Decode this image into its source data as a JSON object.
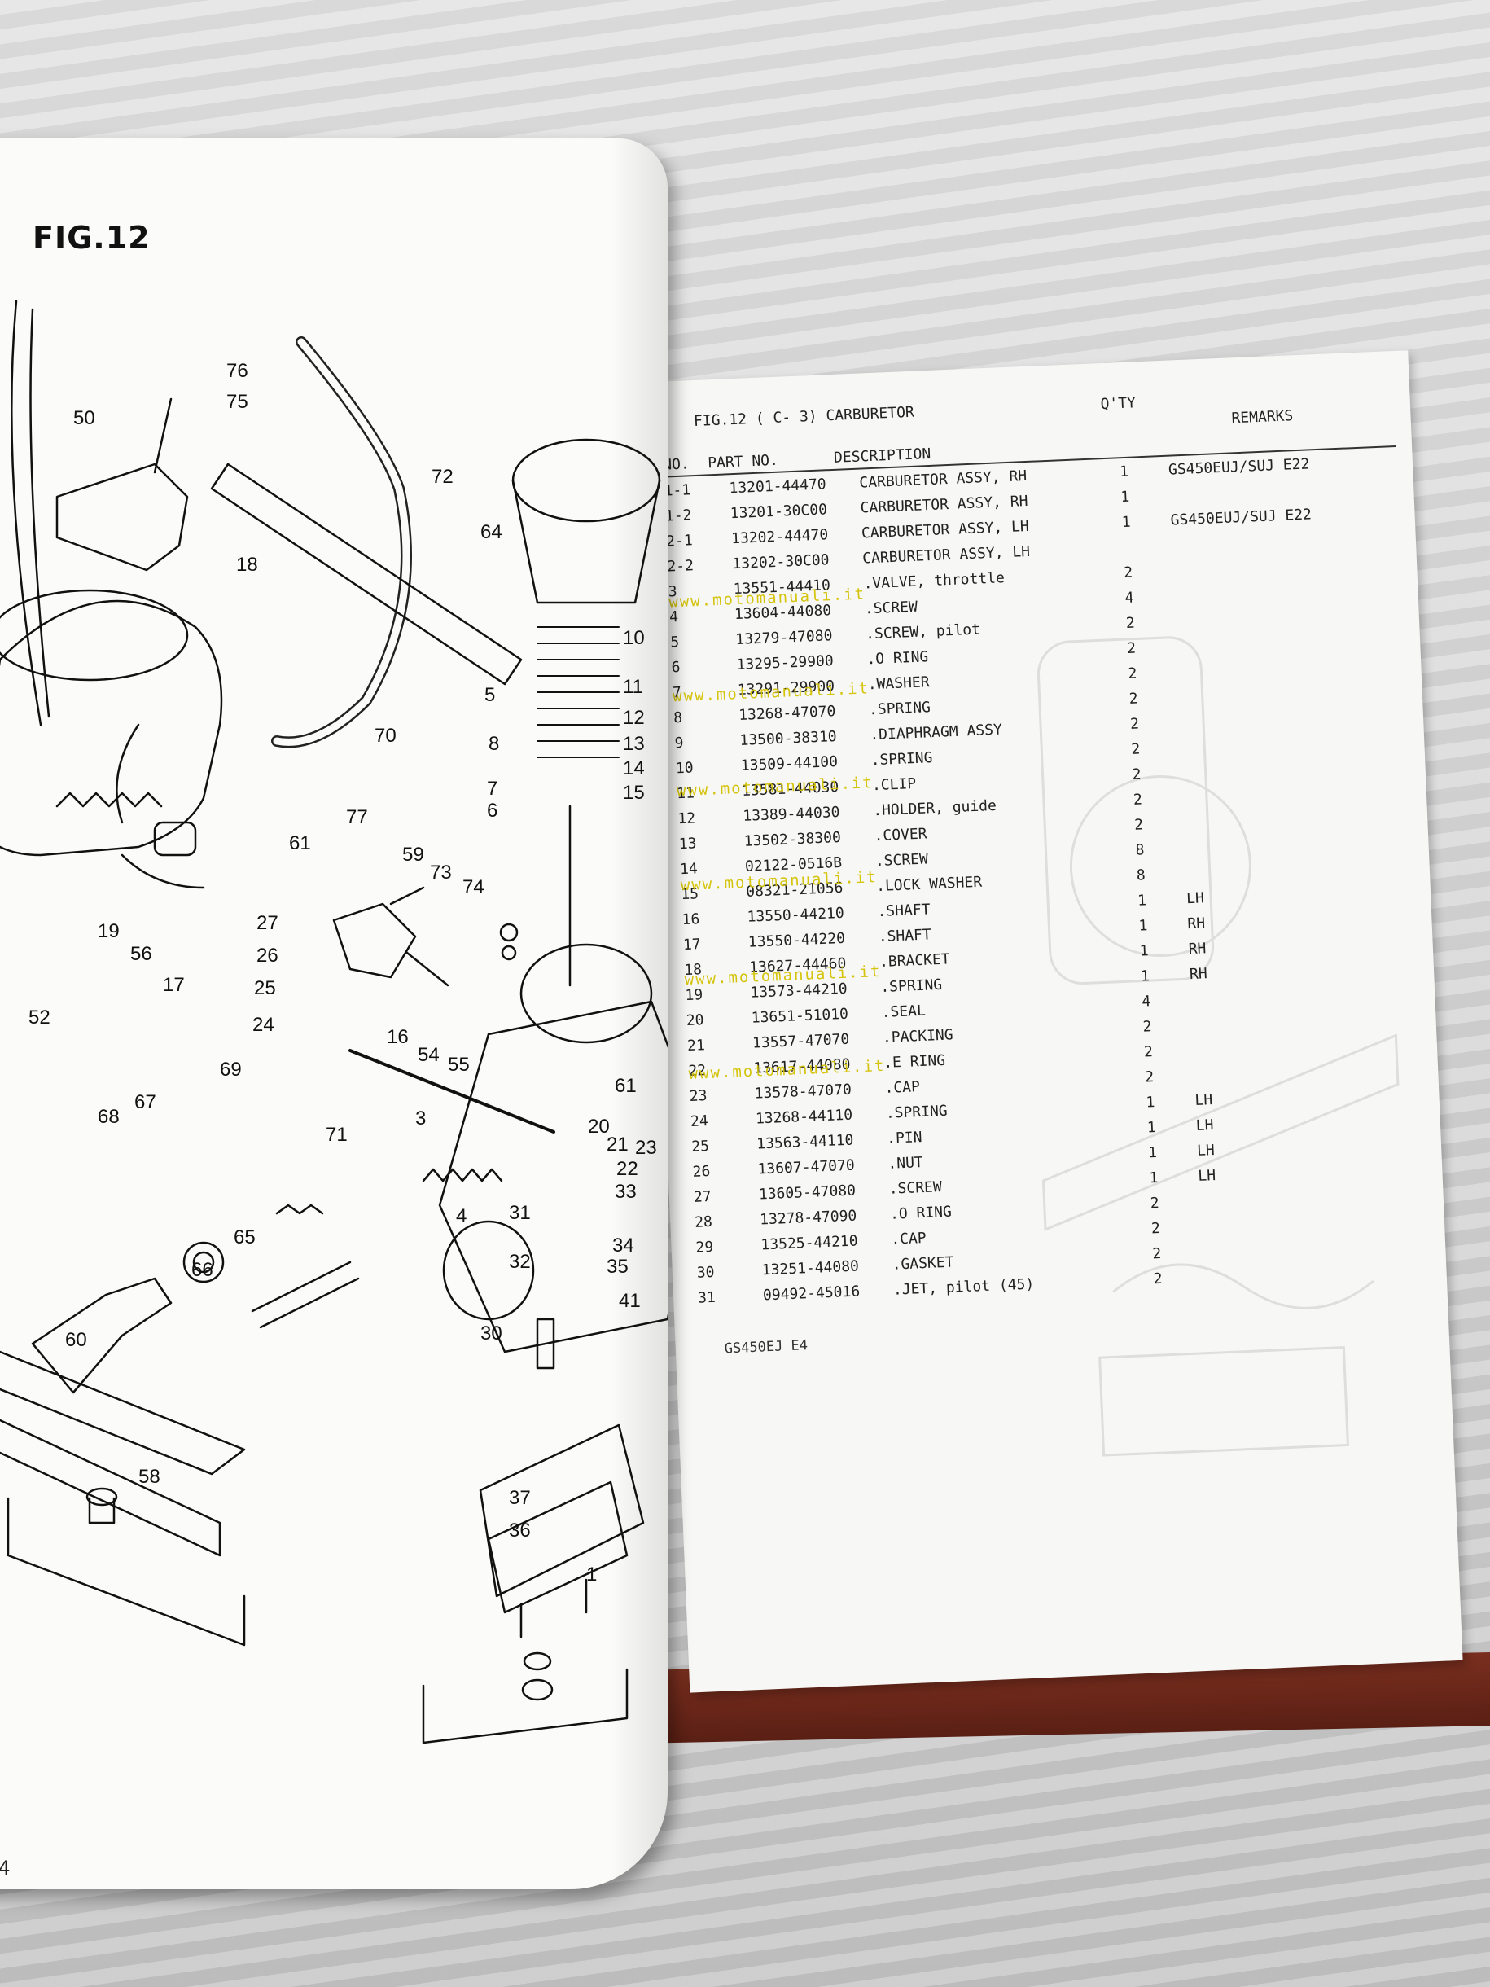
{
  "left_page": {
    "figure_title": "FIG.12",
    "page_number": "4",
    "callouts": [
      "50",
      "76",
      "75",
      "72",
      "18",
      "64",
      "5",
      "8",
      "7",
      "6",
      "70",
      "77",
      "59",
      "73",
      "74",
      "61",
      "27",
      "26",
      "25",
      "24",
      "19",
      "56",
      "17",
      "52",
      "16",
      "54",
      "55",
      "3",
      "4",
      "69",
      "67",
      "68",
      "71",
      "66",
      "65",
      "60",
      "58",
      "31",
      "32",
      "30",
      "37",
      "36",
      "1",
      "20",
      "21",
      "22",
      "23",
      "33",
      "34",
      "35",
      "41",
      "61",
      "10",
      "11",
      "12",
      "13",
      "14",
      "15"
    ]
  },
  "right_page": {
    "figure_heading": "FIG.12 ( C- 3) CARBURETOR",
    "qty_header": "Q'TY",
    "remarks_header": "REMARKS",
    "columns": {
      "no": "NO.",
      "part_no": "PART NO.",
      "description": "DESCRIPTION"
    },
    "rows": [
      {
        "no": "1-1",
        "part": "13201-44470",
        "desc": "CARBURETOR ASSY, RH",
        "qty": "1",
        "remarks": "GS450EUJ/SUJ E22"
      },
      {
        "no": "1-2",
        "part": "13201-30C00",
        "desc": "CARBURETOR ASSY, RH",
        "qty": "1",
        "remarks": ""
      },
      {
        "no": "2-1",
        "part": "13202-44470",
        "desc": "CARBURETOR ASSY, LH",
        "qty": "1",
        "remarks": "GS450EUJ/SUJ E22"
      },
      {
        "no": "2-2",
        "part": "13202-30C00",
        "desc": "CARBURETOR ASSY, LH",
        "qty": "",
        "remarks": ""
      },
      {
        "no": "3",
        "part": "13551-44410",
        "desc": ".VALVE, throttle",
        "qty": "2",
        "remarks": ""
      },
      {
        "no": "4",
        "part": "13604-44080",
        "desc": ".SCREW",
        "qty": "4",
        "remarks": ""
      },
      {
        "no": "5",
        "part": "13279-47080",
        "desc": ".SCREW, pilot",
        "qty": "2",
        "remarks": ""
      },
      {
        "no": "6",
        "part": "13295-29900",
        "desc": ".O RING",
        "qty": "2",
        "remarks": ""
      },
      {
        "no": "7",
        "part": "13291-29900",
        "desc": ".WASHER",
        "qty": "2",
        "remarks": ""
      },
      {
        "no": "8",
        "part": "13268-47070",
        "desc": ".SPRING",
        "qty": "2",
        "remarks": ""
      },
      {
        "no": "9",
        "part": "13500-38310",
        "desc": ".DIAPHRAGM ASSY",
        "qty": "2",
        "remarks": ""
      },
      {
        "no": "10",
        "part": "13509-44100",
        "desc": ".SPRING",
        "qty": "2",
        "remarks": ""
      },
      {
        "no": "11",
        "part": "13581-44030",
        "desc": ".CLIP",
        "qty": "2",
        "remarks": ""
      },
      {
        "no": "12",
        "part": "13389-44030",
        "desc": ".HOLDER, guide",
        "qty": "2",
        "remarks": ""
      },
      {
        "no": "13",
        "part": "13502-38300",
        "desc": ".COVER",
        "qty": "2",
        "remarks": ""
      },
      {
        "no": "14",
        "part": "02122-0516B",
        "desc": ".SCREW",
        "qty": "8",
        "remarks": ""
      },
      {
        "no": "15",
        "part": "08321-21056",
        "desc": ".LOCK WASHER",
        "qty": "8",
        "remarks": ""
      },
      {
        "no": "16",
        "part": "13550-44210",
        "desc": ".SHAFT",
        "qty": "1",
        "remarks": "LH"
      },
      {
        "no": "17",
        "part": "13550-44220",
        "desc": ".SHAFT",
        "qty": "1",
        "remarks": "RH"
      },
      {
        "no": "18",
        "part": "13627-44460",
        "desc": ".BRACKET",
        "qty": "1",
        "remarks": "RH"
      },
      {
        "no": "19",
        "part": "13573-44210",
        "desc": ".SPRING",
        "qty": "1",
        "remarks": "RH"
      },
      {
        "no": "20",
        "part": "13651-51010",
        "desc": ".SEAL",
        "qty": "4",
        "remarks": ""
      },
      {
        "no": "21",
        "part": "13557-47070",
        "desc": ".PACKING",
        "qty": "2",
        "remarks": ""
      },
      {
        "no": "22",
        "part": "13617-44080",
        "desc": ".E RING",
        "qty": "2",
        "remarks": ""
      },
      {
        "no": "23",
        "part": "13578-47070",
        "desc": ".CAP",
        "qty": "2",
        "remarks": ""
      },
      {
        "no": "24",
        "part": "13268-44110",
        "desc": ".SPRING",
        "qty": "1",
        "remarks": "LH"
      },
      {
        "no": "25",
        "part": "13563-44110",
        "desc": ".PIN",
        "qty": "1",
        "remarks": "LH"
      },
      {
        "no": "26",
        "part": "13607-47070",
        "desc": ".NUT",
        "qty": "1",
        "remarks": "LH"
      },
      {
        "no": "27",
        "part": "13605-47080",
        "desc": ".SCREW",
        "qty": "1",
        "remarks": "LH"
      },
      {
        "no": "28",
        "part": "13278-47090",
        "desc": ".O RING",
        "qty": "2",
        "remarks": ""
      },
      {
        "no": "29",
        "part": "13525-44210",
        "desc": ".CAP",
        "qty": "2",
        "remarks": ""
      },
      {
        "no": "30",
        "part": "13251-44080",
        "desc": ".GASKET",
        "qty": "2",
        "remarks": ""
      },
      {
        "no": "31",
        "part": "09492-45016",
        "desc": ".JET, pilot (45)",
        "qty": "2",
        "remarks": ""
      }
    ],
    "footer_code": "GS450EJ E4",
    "watermark": "www.motomanuali.it"
  }
}
